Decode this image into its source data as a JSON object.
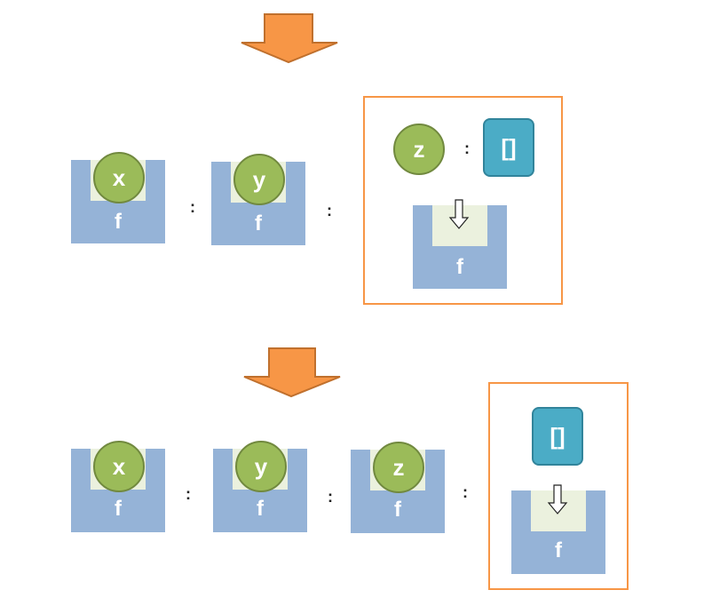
{
  "colors": {
    "arrow": "#f79646",
    "fbox": "#95b3d7",
    "slot": "#ebf1de",
    "ball": "#9bbb59",
    "list": "#4bacc6",
    "frame": "#f79646"
  },
  "icons": [
    "orange-down-arrow-icon",
    "white-down-arrow-icon"
  ],
  "step1": {
    "items": [
      {
        "kind": "function",
        "function_label": "f",
        "ball_label": "x"
      },
      {
        "kind": "function",
        "function_label": "f",
        "ball_label": "y"
      }
    ],
    "separators": [
      ":",
      ":"
    ],
    "pending": {
      "ball_label": "z",
      "separator": ":",
      "list_label": "[]",
      "function_label": "f"
    }
  },
  "step2": {
    "items": [
      {
        "kind": "function",
        "function_label": "f",
        "ball_label": "x"
      },
      {
        "kind": "function",
        "function_label": "f",
        "ball_label": "y"
      },
      {
        "kind": "function",
        "function_label": "f",
        "ball_label": "z"
      }
    ],
    "separators": [
      ":",
      ":",
      ":"
    ],
    "pending": {
      "list_label": "[]",
      "function_label": "f"
    }
  }
}
